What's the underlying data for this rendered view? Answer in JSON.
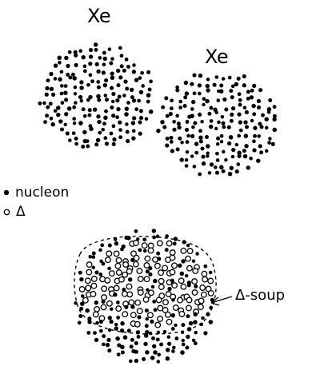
{
  "labels": {
    "nucleus_top_left": "Xe",
    "nucleus_top_right": "Xe",
    "delta_soup": "Δ-soup"
  },
  "legend": {
    "items": [
      {
        "symbol": "filled-dot",
        "label": "nucleon"
      },
      {
        "symbol": "open-circle",
        "label": "Δ"
      }
    ]
  },
  "colors": {
    "ink": "#000000",
    "background": "#ffffff"
  }
}
